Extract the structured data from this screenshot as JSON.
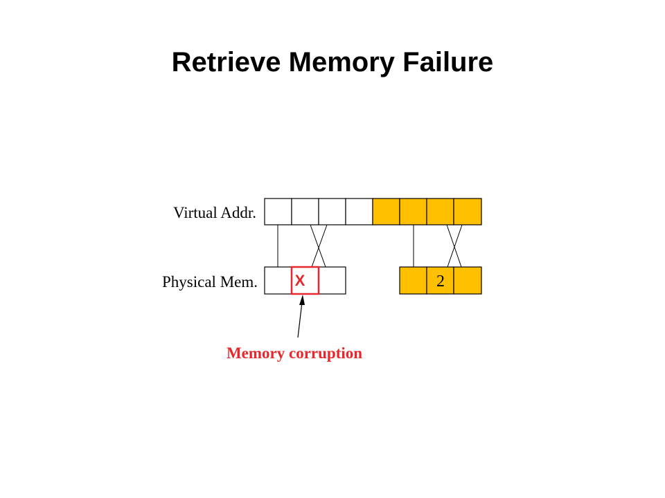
{
  "slide": {
    "title": "Retrieve Memory Failure"
  },
  "diagram": {
    "virtual_label": "Virtual Addr.",
    "physical_label": "Physical Mem.",
    "highlighted_cell_value": "2",
    "failed_cell_mark": "X",
    "callout_text": "Memory corruption",
    "colors": {
      "highlight_fill": "#FFC000",
      "plain_fill": "#FFFFFF",
      "outline": "#000000",
      "failure": "#E8262B"
    }
  }
}
